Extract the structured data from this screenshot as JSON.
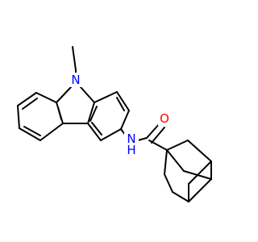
{
  "molecule": {
    "atom_labels": {
      "n_carbazole": "N",
      "n_amide": "N",
      "h_amide": "H",
      "o_carbonyl": "O"
    },
    "colors": {
      "bond": "#000000",
      "nitrogen": "#0000ff",
      "oxygen": "#ff0000",
      "background": "#ffffff"
    }
  }
}
